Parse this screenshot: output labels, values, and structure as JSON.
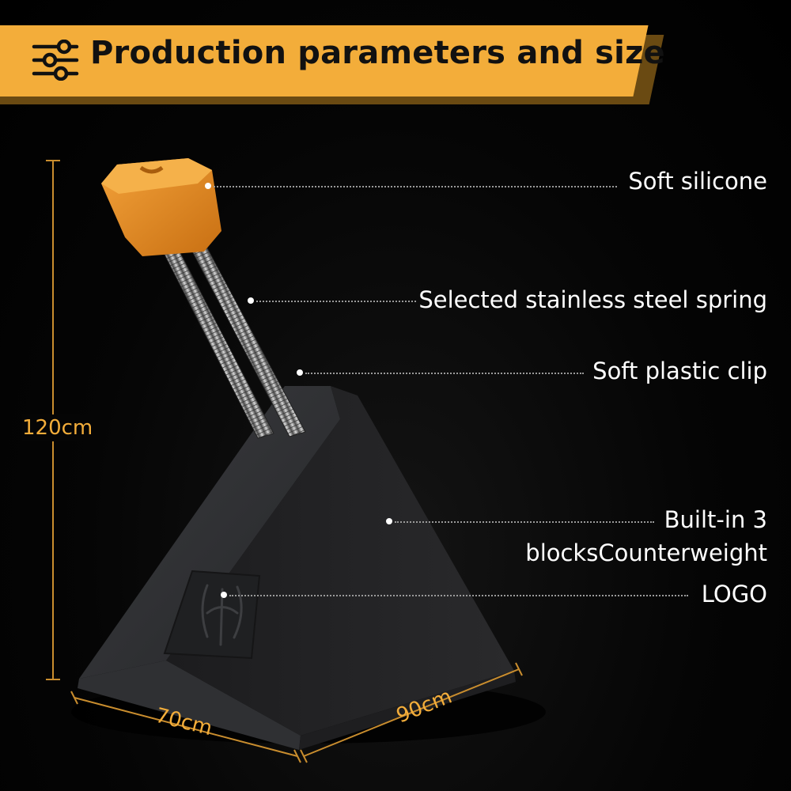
{
  "header": {
    "title": "Production parameters and size",
    "icon": "sliders-icon",
    "accent_color": "#f3ad3a"
  },
  "callouts": {
    "soft_silicone": "Soft silicone",
    "spring": "Selected stainless steel spring",
    "clip": "Soft plastic clip",
    "counterweight_line1": "Built-in 3",
    "counterweight_line2": "blocksCounterweight",
    "logo": "LOGO"
  },
  "dimensions": {
    "height": "120cm",
    "width": "70cm",
    "depth": "90cm"
  },
  "colors": {
    "background": "#000000",
    "silicone_tip": "#e88b1f",
    "base": "#2b2c2e",
    "spring": "#9b9b9b"
  }
}
